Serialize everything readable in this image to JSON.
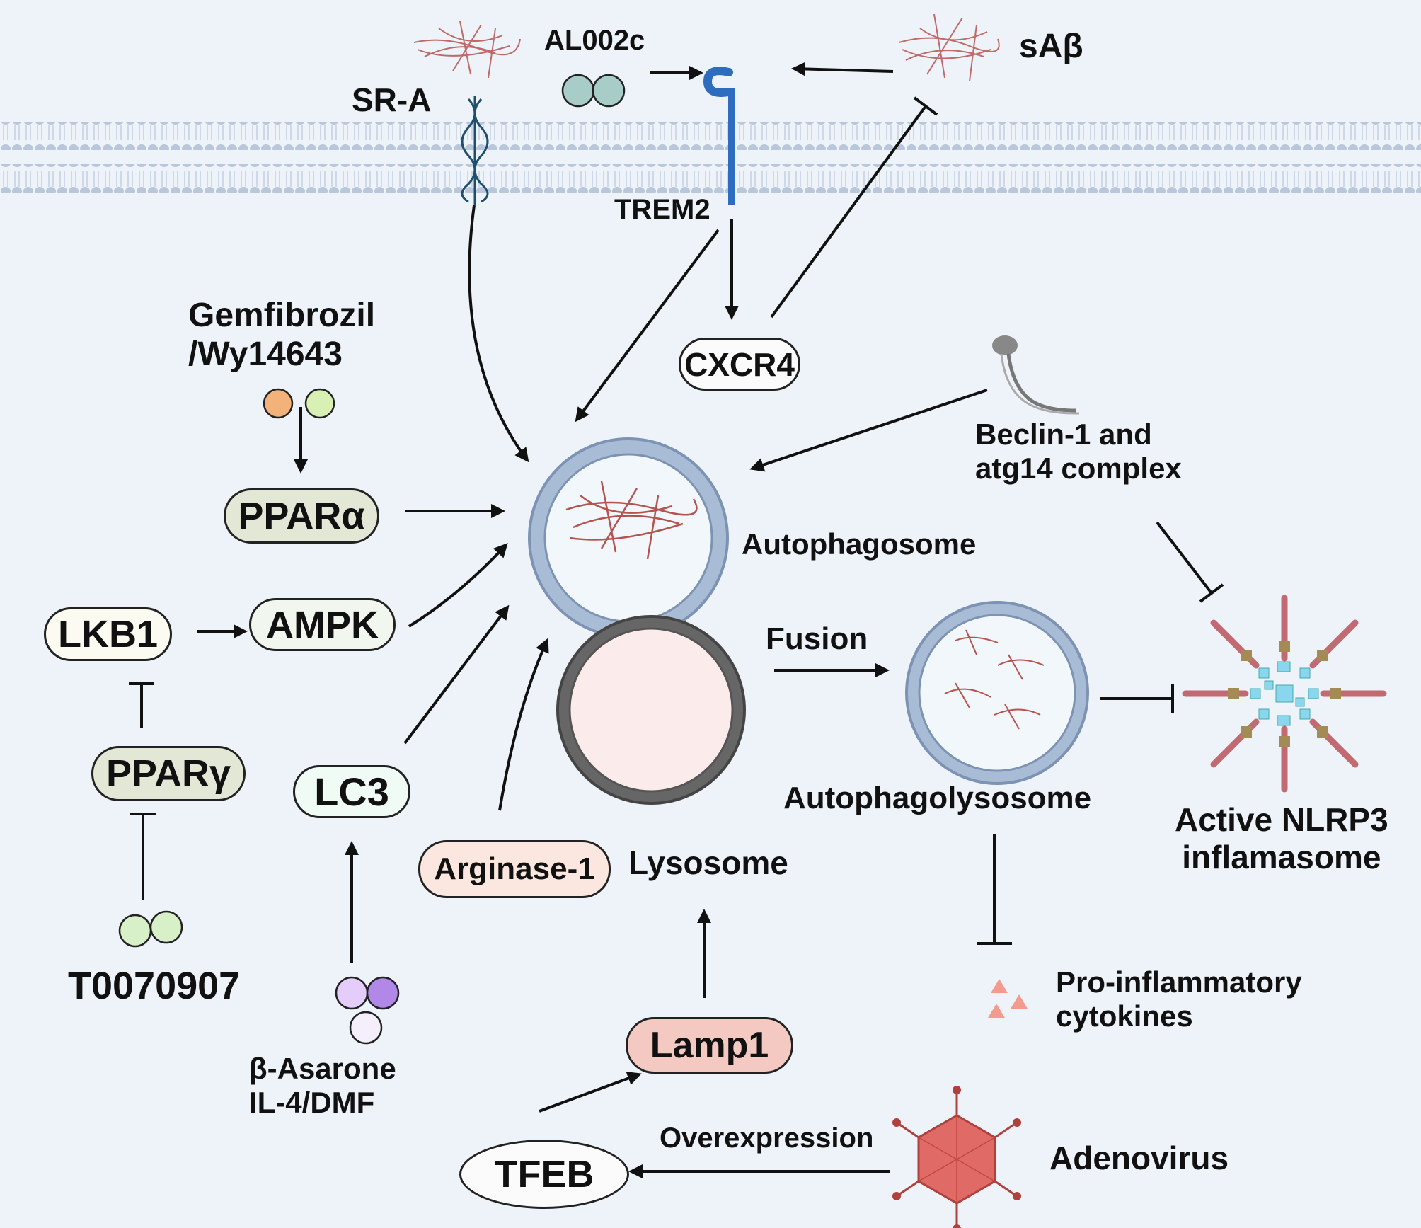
{
  "labels": {
    "al002c": "AL002c",
    "sabeta": "sAβ",
    "sra": "SR-A",
    "trem2": "TREM2",
    "gemfibrozil_line1": "Gemfibrozil",
    "gemfibrozil_line2": "/Wy14643",
    "cxcr4": "CXCR4",
    "beclin_line1": "Beclin-1 and",
    "beclin_line2": "atg14 complex",
    "ppar_alpha": "PPARα",
    "autophagosome": "Autophagosome",
    "lkb1": "LKB1",
    "ampk": "AMPK",
    "fusion": "Fusion",
    "ppar_gamma": "PPARγ",
    "lc3": "LC3",
    "autophagolysosome": "Autophagolysosome",
    "nlrp3_line1": "Active NLRP3",
    "nlrp3_line2": "inflamasome",
    "arginase": "Arginase-1",
    "lysosome": "Lysosome",
    "t0070907": "T0070907",
    "pro_inflammatory_line1": "Pro-inflammatory",
    "pro_inflammatory_line2": "cytokines",
    "asarone_line1": "β-Asarone",
    "asarone_line2": "IL-4/DMF",
    "lamp1": "Lamp1",
    "overexpression": "Overexpression",
    "tfeb": "TFEB",
    "adenovirus": "Adenovirus"
  },
  "colors": {
    "background": "#eef3f9",
    "membrane": "#b8c6da",
    "amyloid": "#b5534f",
    "trem2": "#2e6cc0",
    "ppar_fill": "#e3e8d6",
    "lamp1_fill": "#f3c9c2",
    "arginase_fill": "#fbe7df",
    "lysosome_fill": "#fbeceb",
    "vesicle_ring": "#a9bcd6",
    "cytokine": "#f39b8e",
    "virus": "#d9534f"
  }
}
